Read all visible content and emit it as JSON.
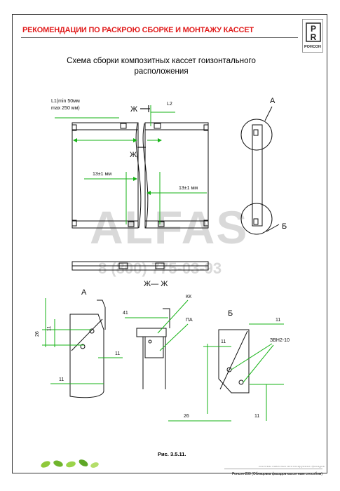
{
  "header": {
    "title": "РЕКОМЕНДАЦИИ ПО РАСКРОЮ СБОРКЕ И МОНТАЖУ КАССЕТ",
    "logo_text": "РОНСОН",
    "logo_letters": "PR"
  },
  "scheme": {
    "title_line1": "Схема сборки композитных кассет гоизонтального",
    "title_line2": "расположения"
  },
  "labels": {
    "l1": "L1(min 50мм",
    "l1b": "max 250 мм)",
    "l2": "L2",
    "section_mark_top": "Ж",
    "section_mark_mid": "Ж",
    "dim_13a": "13±1 мм",
    "dim_13b": "13±1 мм",
    "callout_a": "А",
    "callout_b": "Б",
    "section_caption": "Ж— Ж",
    "detail_a": "А",
    "detail_b": "Б",
    "dim_26a": "26",
    "dim_11a": "11",
    "dim_11b": "11",
    "dim_11c": "11",
    "dim_41": "41",
    "kk": "КК",
    "pa": "ПА",
    "dim_11d": "11",
    "dim_11e": "11",
    "zvn": "ЗВН2-10",
    "dim_26b": "26",
    "dim_11f": "11"
  },
  "watermark": {
    "brand": "ALFAS",
    "phone": "8 (800) 775-03-93"
  },
  "caption": "Рис. 3.5.11.",
  "footer": {
    "tagline": "системы навесных вентилируемых фасадов",
    "doc": "Ронсон-200 (Облицовка фасадов кассетным способом)"
  },
  "colors": {
    "accent_red": "#e11d1d",
    "dimension_green": "#16b316",
    "line": "#111111",
    "watermark": "#d9d9d9"
  }
}
